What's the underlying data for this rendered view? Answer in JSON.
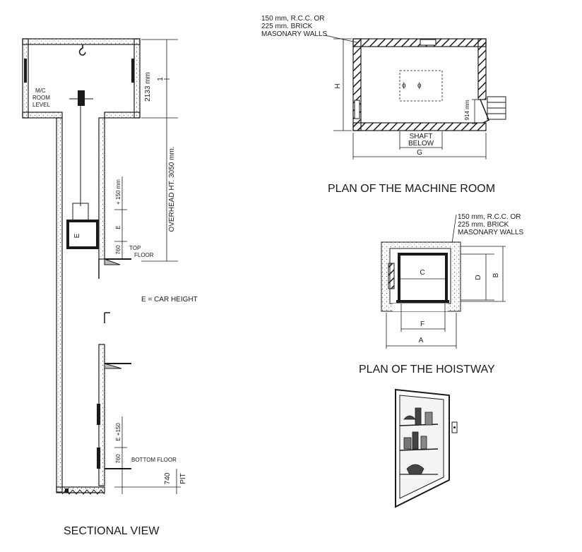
{
  "sectional": {
    "mc_room_level": [
      "M/C",
      "ROOM",
      "LEVEL"
    ],
    "dim_2133": "2133 mm",
    "dim_1": "1",
    "overhead": "OVERHEAD HT. 3050 mm.",
    "plus150": "+ 150 mm",
    "e_car": "E",
    "e_right": "E",
    "dim_760_top": "760",
    "top_floor": [
      "TOP",
      "FLOOR"
    ],
    "e_legend": "E = CAR HEIGHT",
    "e_plus150": "E +150",
    "dim_760_bottom": "760",
    "bottom_floor": "BOTTOM FLOOR",
    "dim_740": "740",
    "pit": "PIT",
    "caption": "SECTIONAL VIEW"
  },
  "machine_room": {
    "wall_note": [
      "150 mm, R.C.C. OR",
      "225 mm. BRICK",
      "MASONARY WALLS"
    ],
    "h_label": "H",
    "dim_914": "914 mm",
    "shaft_below": [
      "SHAFT",
      "BELOW"
    ],
    "g_label": "G",
    "caption": "PLAN OF THE MACHINE ROOM"
  },
  "hoistway": {
    "wall_note": [
      "150 mm, R.C.C. OR",
      "225 mm. BRICK",
      "MASONARY WALLS"
    ],
    "c_label": "C",
    "d_label": "D",
    "b_label": "B",
    "f_label": "F",
    "a_label": "A",
    "caption": "PLAN OF THE HOISTWAY"
  }
}
